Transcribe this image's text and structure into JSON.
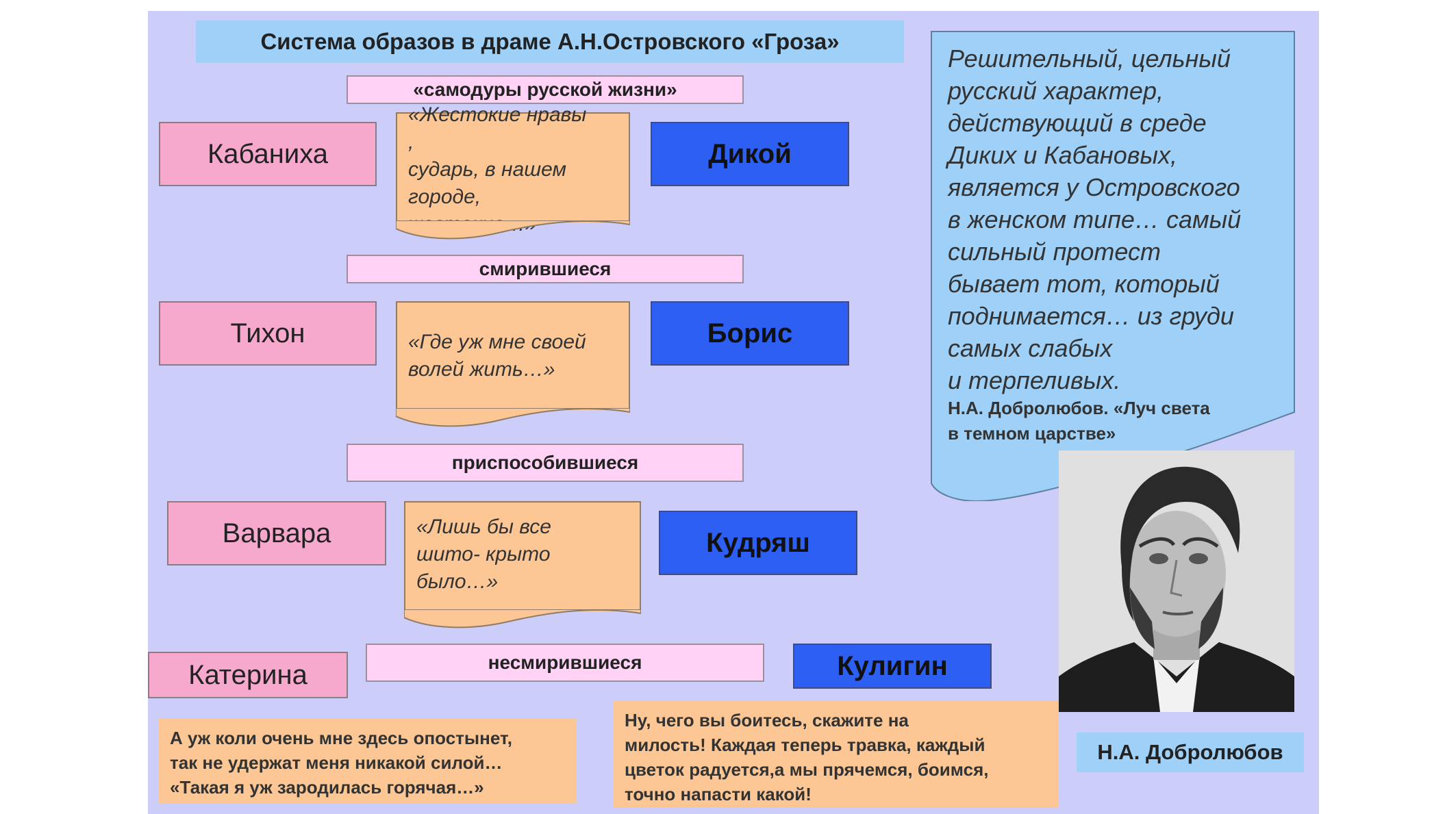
{
  "title": "Система образов в драме А.Н.Островского «Гроза»",
  "categories": {
    "samodury": "«самодуры русской жизни»",
    "smirivshiesya": "смирившиеся",
    "prisposobivshiesya": "приспособившиеся",
    "nesmirivshiesya": "несмирившиеся"
  },
  "characters": {
    "kabanikha": "Кабаниха",
    "dikoy": "Дикой",
    "tikhon": "Тихон",
    "boris": "Борис",
    "varvara": "Варвара",
    "kudryash": "Кудряш",
    "katerina": "Катерина",
    "kuligin": "Кулигин"
  },
  "notes": {
    "cruel": "«Жестокие нравы\n,\nсударь, в нашем\nгороде,\nжестокие…»",
    "will": "«Где уж мне своей\nволей жить…»",
    "covered": "«Лишь бы все\nшито- крыто\nбыло…»"
  },
  "quotes": {
    "katerina": "А уж коли очень мне здесь опостынет,\nтак не удержат меня никакой силой…\n«Такая я уж зародилась горячая…»",
    "kuligin": "Ну, чего вы боитесь, скажите на\nмилость! Каждая теперь травка, каждый\nцветок радуется,а мы прячемся, боимся,\nточно напасти какой!"
  },
  "bubble": {
    "text": "Решительный, цельный\nрусский характер,\nдействующий в среде\nДиких и Кабановых,\nявляется у Островского\nв женском типе… самый\nсильный протест\nбывает тот, который\nподнимается… из груди\nсамых слабых\nи терпеливых.",
    "source": "Н.А. Добролюбов. «Луч света\n в темном царстве»"
  },
  "portrait_caption": "Н.А. Добролюбов",
  "colors": {
    "background": "#cccdf9",
    "title_fill": "#9fd0f7",
    "category_fill": "#ffd2f6",
    "pink_fill": "#f7a8cd",
    "blue_fill": "#2c5ff2",
    "note_fill": "#fcc794"
  }
}
